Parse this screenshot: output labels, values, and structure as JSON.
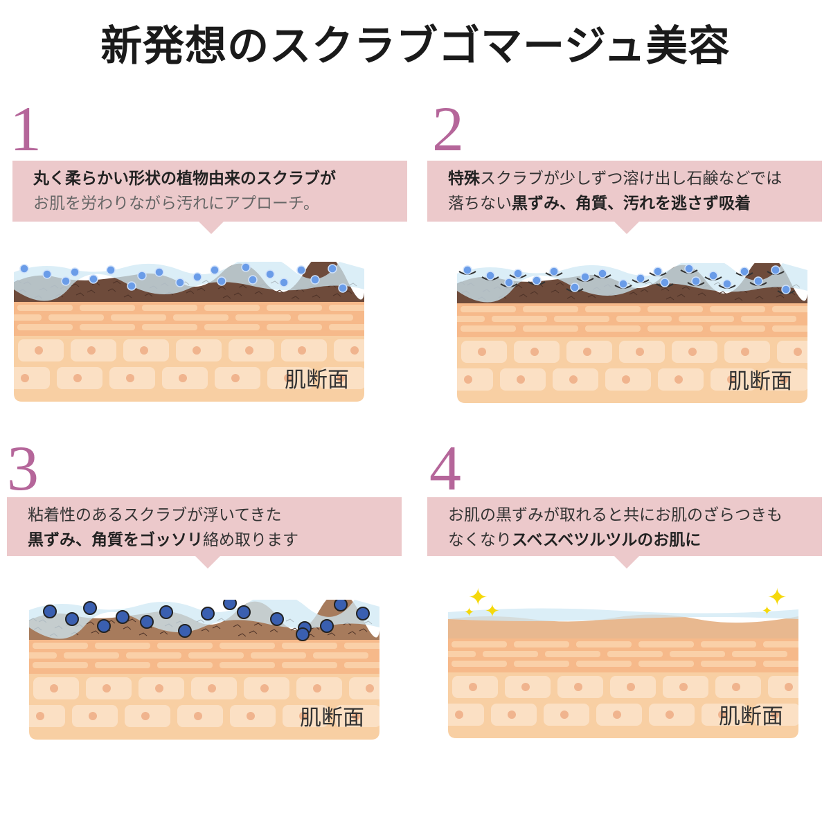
{
  "title": "新発想のスクラブゴマージュ美容",
  "skin_label": "肌断面",
  "colors": {
    "number": "#b5669a",
    "callout": "#ecc9cb",
    "skin": "#f6cfa6",
    "dirt": "#6b4a3a",
    "scrub": "#5b8fe0"
  },
  "steps": [
    {
      "number": "1",
      "lines": [
        [
          {
            "text": "丸く柔らかい形状の植物由来のスクラブが",
            "bold": true
          }
        ],
        [
          {
            "text": "お肌を労わりながら汚れにアプローチ。",
            "bold": false,
            "gray": true
          }
        ]
      ]
    },
    {
      "number": "2",
      "lines": [
        [
          {
            "text": "特殊",
            "bold": true
          },
          {
            "text": "スクラブが少しずつ溶け出し石鹸などでは",
            "bold": false
          }
        ],
        [
          {
            "text": "落ちない",
            "bold": false
          },
          {
            "text": "黒ずみ、角質、汚れを逃さず吸着",
            "bold": true
          }
        ]
      ]
    },
    {
      "number": "3",
      "lines": [
        [
          {
            "text": "粘着性のあるスクラブが浮いてきた",
            "bold": false
          }
        ],
        [
          {
            "text": "黒ずみ、角質をゴッソリ",
            "bold": true
          },
          {
            "text": "絡め取ります",
            "bold": false
          }
        ]
      ]
    },
    {
      "number": "4",
      "lines": [
        [
          {
            "text": "お肌の黒ずみが取れると共にお肌のざらつきも",
            "bold": false
          }
        ],
        [
          {
            "text": "なくなり",
            "bold": false
          },
          {
            "text": "スベスベツルツルのお肌に",
            "bold": true
          }
        ]
      ]
    }
  ]
}
